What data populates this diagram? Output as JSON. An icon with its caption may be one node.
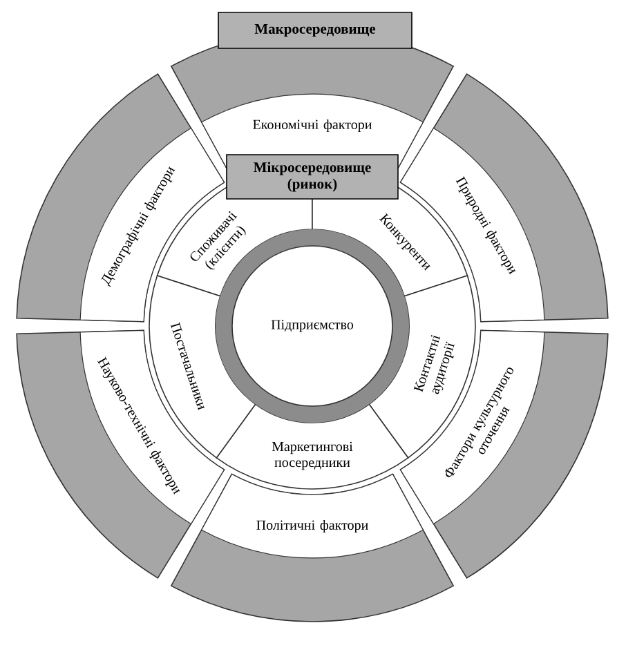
{
  "diagram": {
    "nodes": [
      {
        "text": [
          "Макросередовище"
        ]
      },
      {
        "text": [
          "Економічні фактори"
        ]
      },
      {
        "text": [
          "Природні фактори"
        ]
      },
      {
        "text": [
          "Фактори культурного оточення"
        ]
      },
      {
        "text": [
          "Політичні фактори"
        ]
      },
      {
        "text": [
          "Науково-технічні фактори"
        ]
      },
      {
        "text": [
          "Демографічні фактори"
        ]
      },
      {
        "text": [
          "Мікросередовище (ринок)"
        ]
      },
      {
        "text": [
          "Споживачі (клієнти)"
        ]
      },
      {
        "text": [
          "Конкуренти"
        ]
      },
      {
        "text": [
          "Контактні аудиторії"
        ]
      },
      {
        "text": [
          "Маркетингові посередники"
        ]
      },
      {
        "text": [
          "Постачальники"
        ]
      },
      {
        "text": [
          "Підприємство"
        ]
      }
    ]
  }
}
